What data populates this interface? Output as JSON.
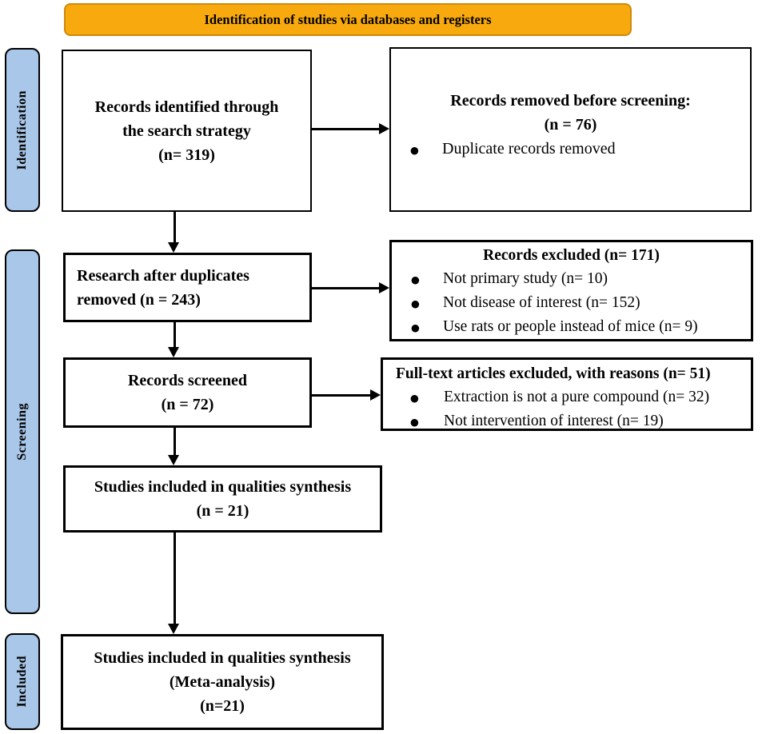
{
  "banner": {
    "title": "Identification of studies via databases and registers"
  },
  "bullet_char": "●",
  "stages": [
    {
      "label": "Identification"
    },
    {
      "label": "Screening"
    },
    {
      "label": "Included"
    }
  ],
  "flow": {
    "identified": {
      "text": "Records identified through\nthe search strategy\n(n= 319)"
    },
    "duplicates_removed": {
      "text": "Research after duplicates\nremoved (n = 243)"
    },
    "screened": {
      "text": "Records screened\n(n = 72)"
    },
    "qualitative": {
      "text": "Studies included in qualities synthesis\n(n = 21)"
    },
    "meta": {
      "text": "Studies included in qualities synthesis\n(Meta-analysis)\n(n=21)"
    }
  },
  "exclusions": {
    "removed_before_screening": {
      "heading": "Records removed before screening:\n(n = 76)",
      "bullets": [
        "Duplicate records removed"
      ]
    },
    "records_excluded": {
      "heading": "Records excluded (n= 171)",
      "bullets": [
        "Not primary study (n= 10)",
        "Not disease of interest (n= 152)",
        "Use rats or people instead of mice (n= 9)"
      ]
    },
    "fulltext_excluded": {
      "heading": "Full-text articles excluded, with reasons (n= 51)",
      "bullets": [
        "Extraction is not a pure compound (n= 32)",
        "Not intervention of interest (n= 19)"
      ]
    }
  },
  "colors": {
    "banner_fill": "#F7A90E",
    "banner_border": "#CF8A0B",
    "stage_fill": "#A9C7E9",
    "line_color": "#000000"
  }
}
